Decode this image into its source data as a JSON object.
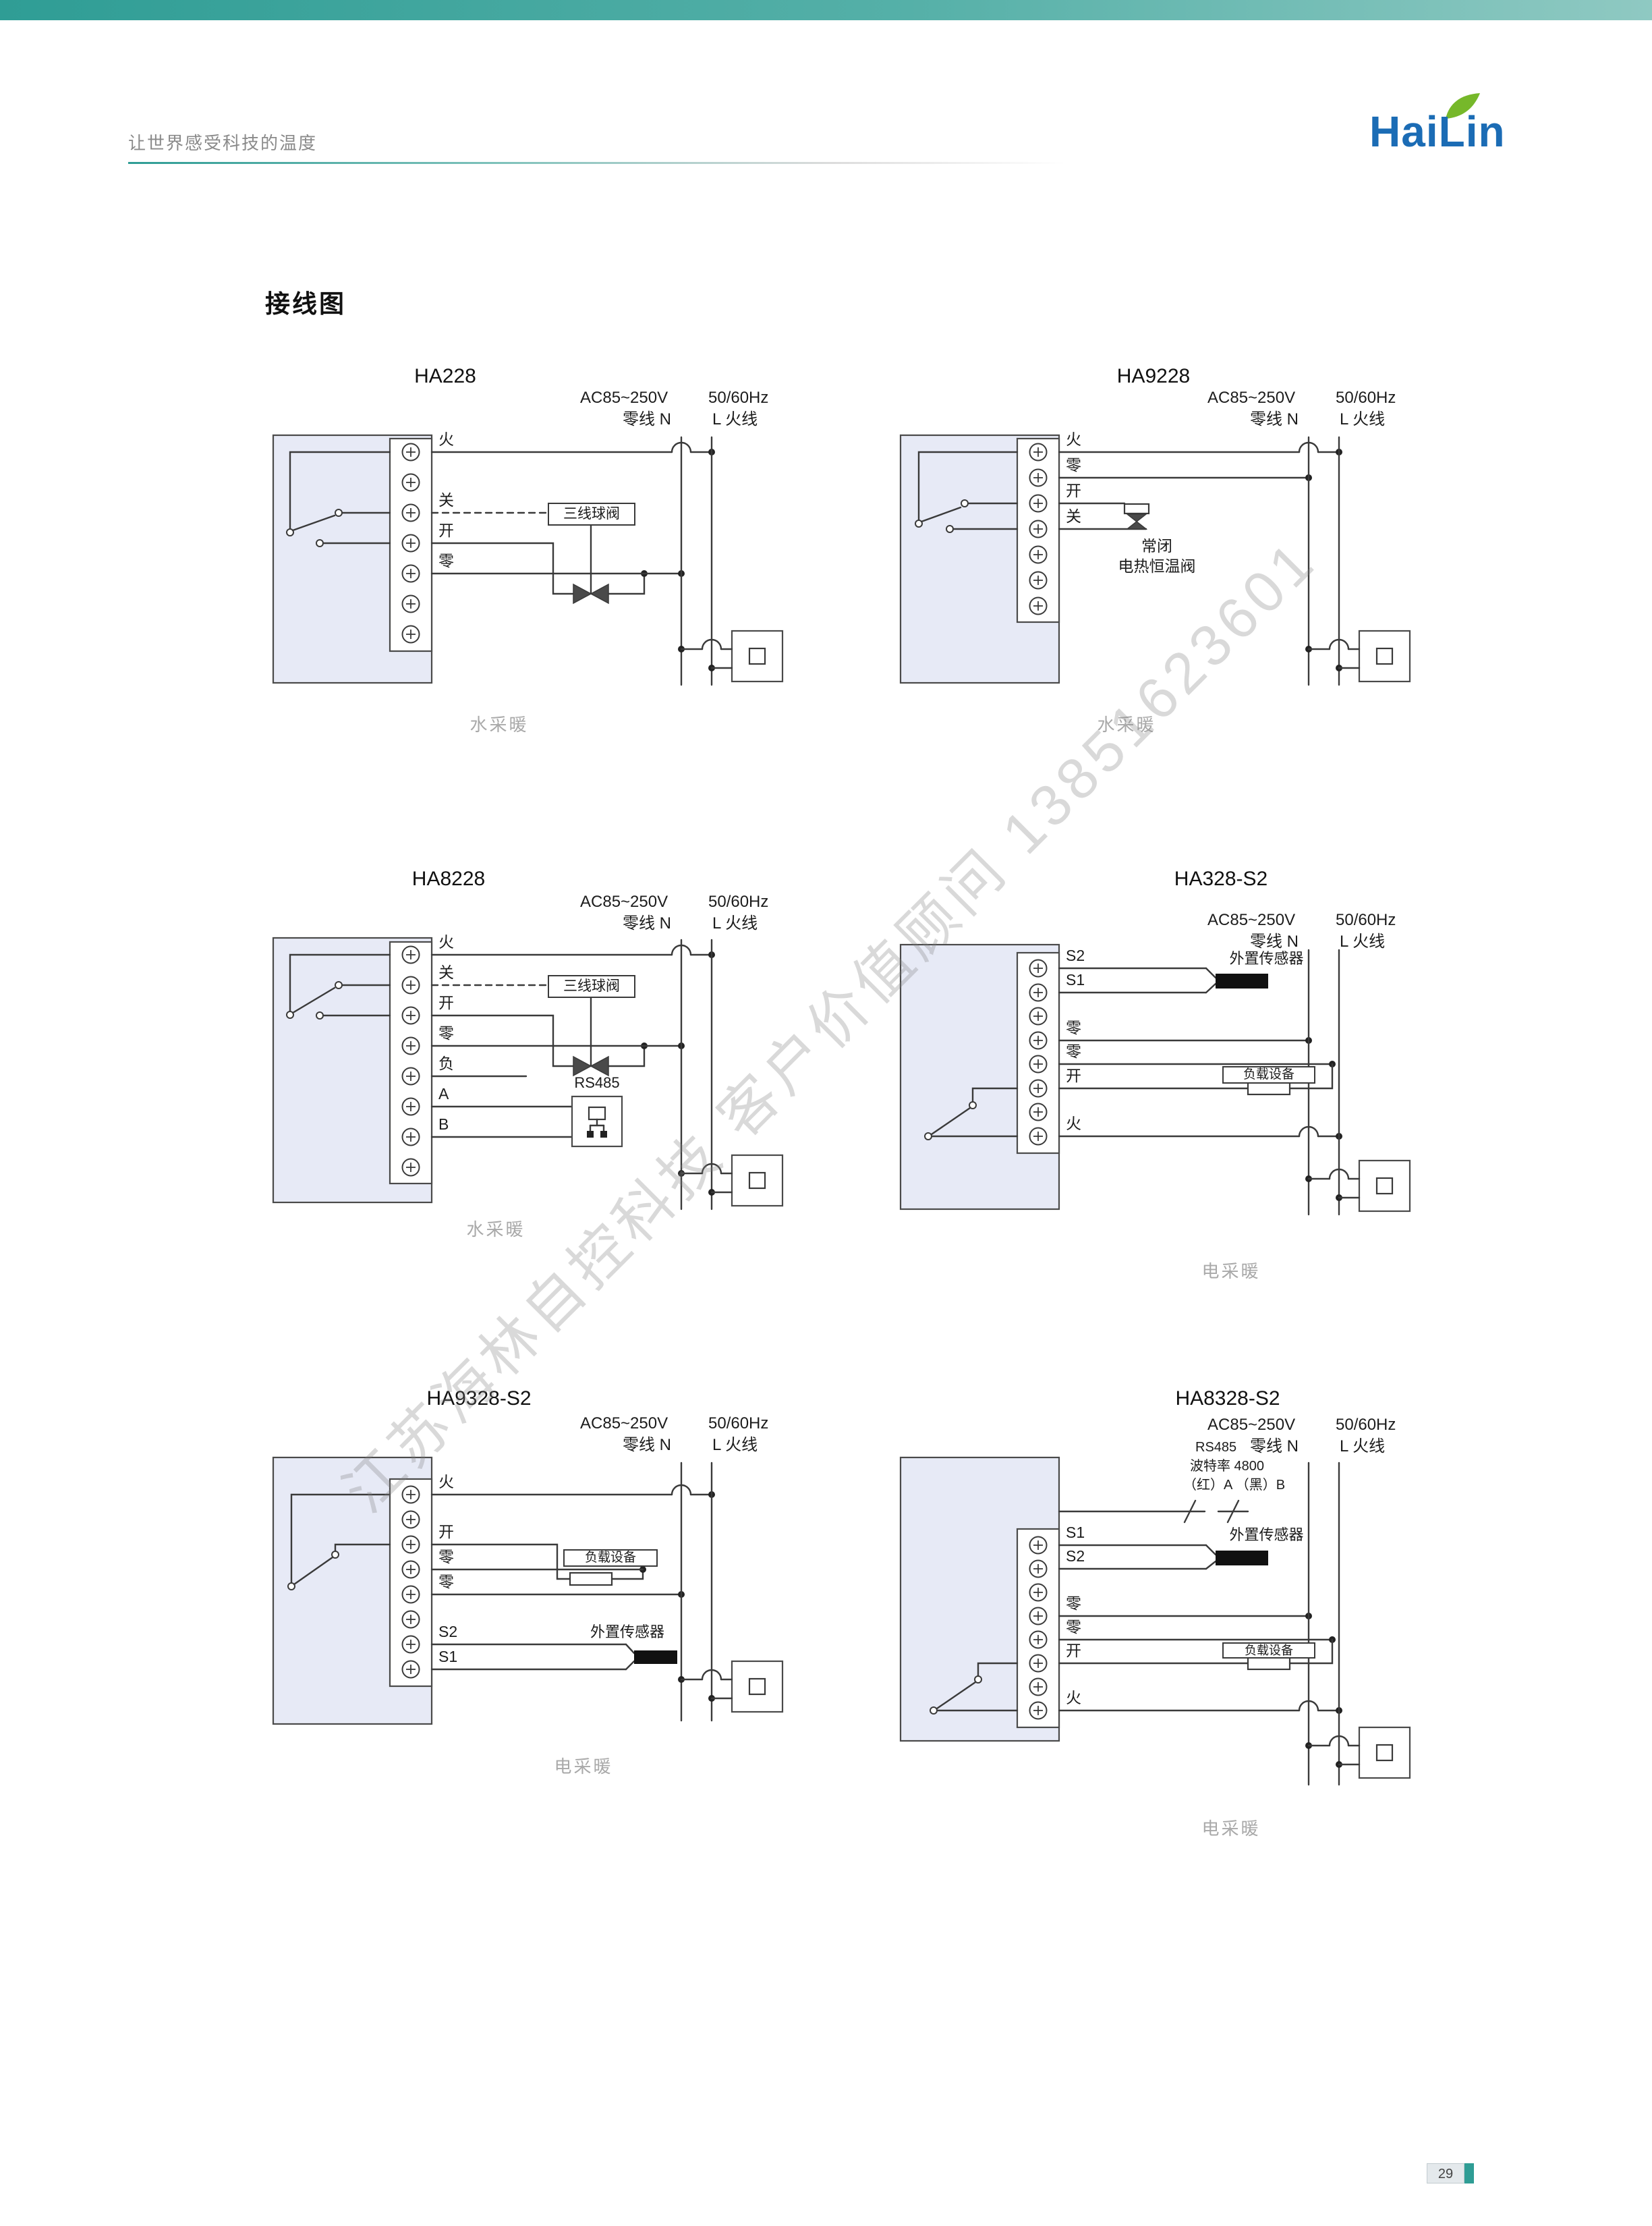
{
  "header": {
    "tagline": "让世界感受科技的温度",
    "logo_text": "HaiLin"
  },
  "theme": {
    "accent_teal": "#2f9d95",
    "logo_blue": "#1b6cb5",
    "logo_green": "#76b82a",
    "device_box_fill": "#e7eaf6"
  },
  "page_title": "接线图",
  "power_labels": {
    "voltage": "AC85~250V",
    "frequency": "50/60Hz",
    "neutral": "零线 N",
    "live": "L 火线"
  },
  "diagrams": [
    {
      "model": "HA228",
      "caption": "水采暖",
      "wires": [
        "火",
        "关",
        "开",
        "零"
      ],
      "valve_label": "三线球阀"
    },
    {
      "model": "HA9228",
      "caption": "水采暖",
      "wires": [
        "火",
        "零",
        "开",
        "关"
      ],
      "valve_label_line1": "常闭",
      "valve_label_line2": "电热恒温阀"
    },
    {
      "model": "HA8228",
      "caption": "水采暖",
      "wires": [
        "火",
        "关",
        "开",
        "零",
        "负",
        "A",
        "B"
      ],
      "valve_label": "三线球阀",
      "bus_label": "RS485"
    },
    {
      "model": "HA328-S2",
      "caption": "电采暖",
      "wires": [
        "S2",
        "S1",
        "零",
        "零",
        "开",
        "火"
      ],
      "sensor_label": "外置传感器",
      "load_label": "负载设备"
    },
    {
      "model": "HA9328-S2",
      "caption": "电采暖",
      "wires": [
        "火",
        "开",
        "零",
        "零",
        "S2",
        "S1"
      ],
      "sensor_label": "外置传感器",
      "load_label": "负载设备"
    },
    {
      "model": "HA8328-S2",
      "caption": "电采暖",
      "wires": [
        "S1",
        "S2",
        "零",
        "零",
        "开",
        "火"
      ],
      "sensor_label": "外置传感器",
      "load_label": "负载设备",
      "rs485_lines": [
        "RS485",
        "波特率 4800",
        "（红）A （黑）B"
      ]
    }
  ],
  "watermark": "江苏海林自控科技 客户价值顾问 13851623601",
  "footer": {
    "page_number": "29"
  }
}
